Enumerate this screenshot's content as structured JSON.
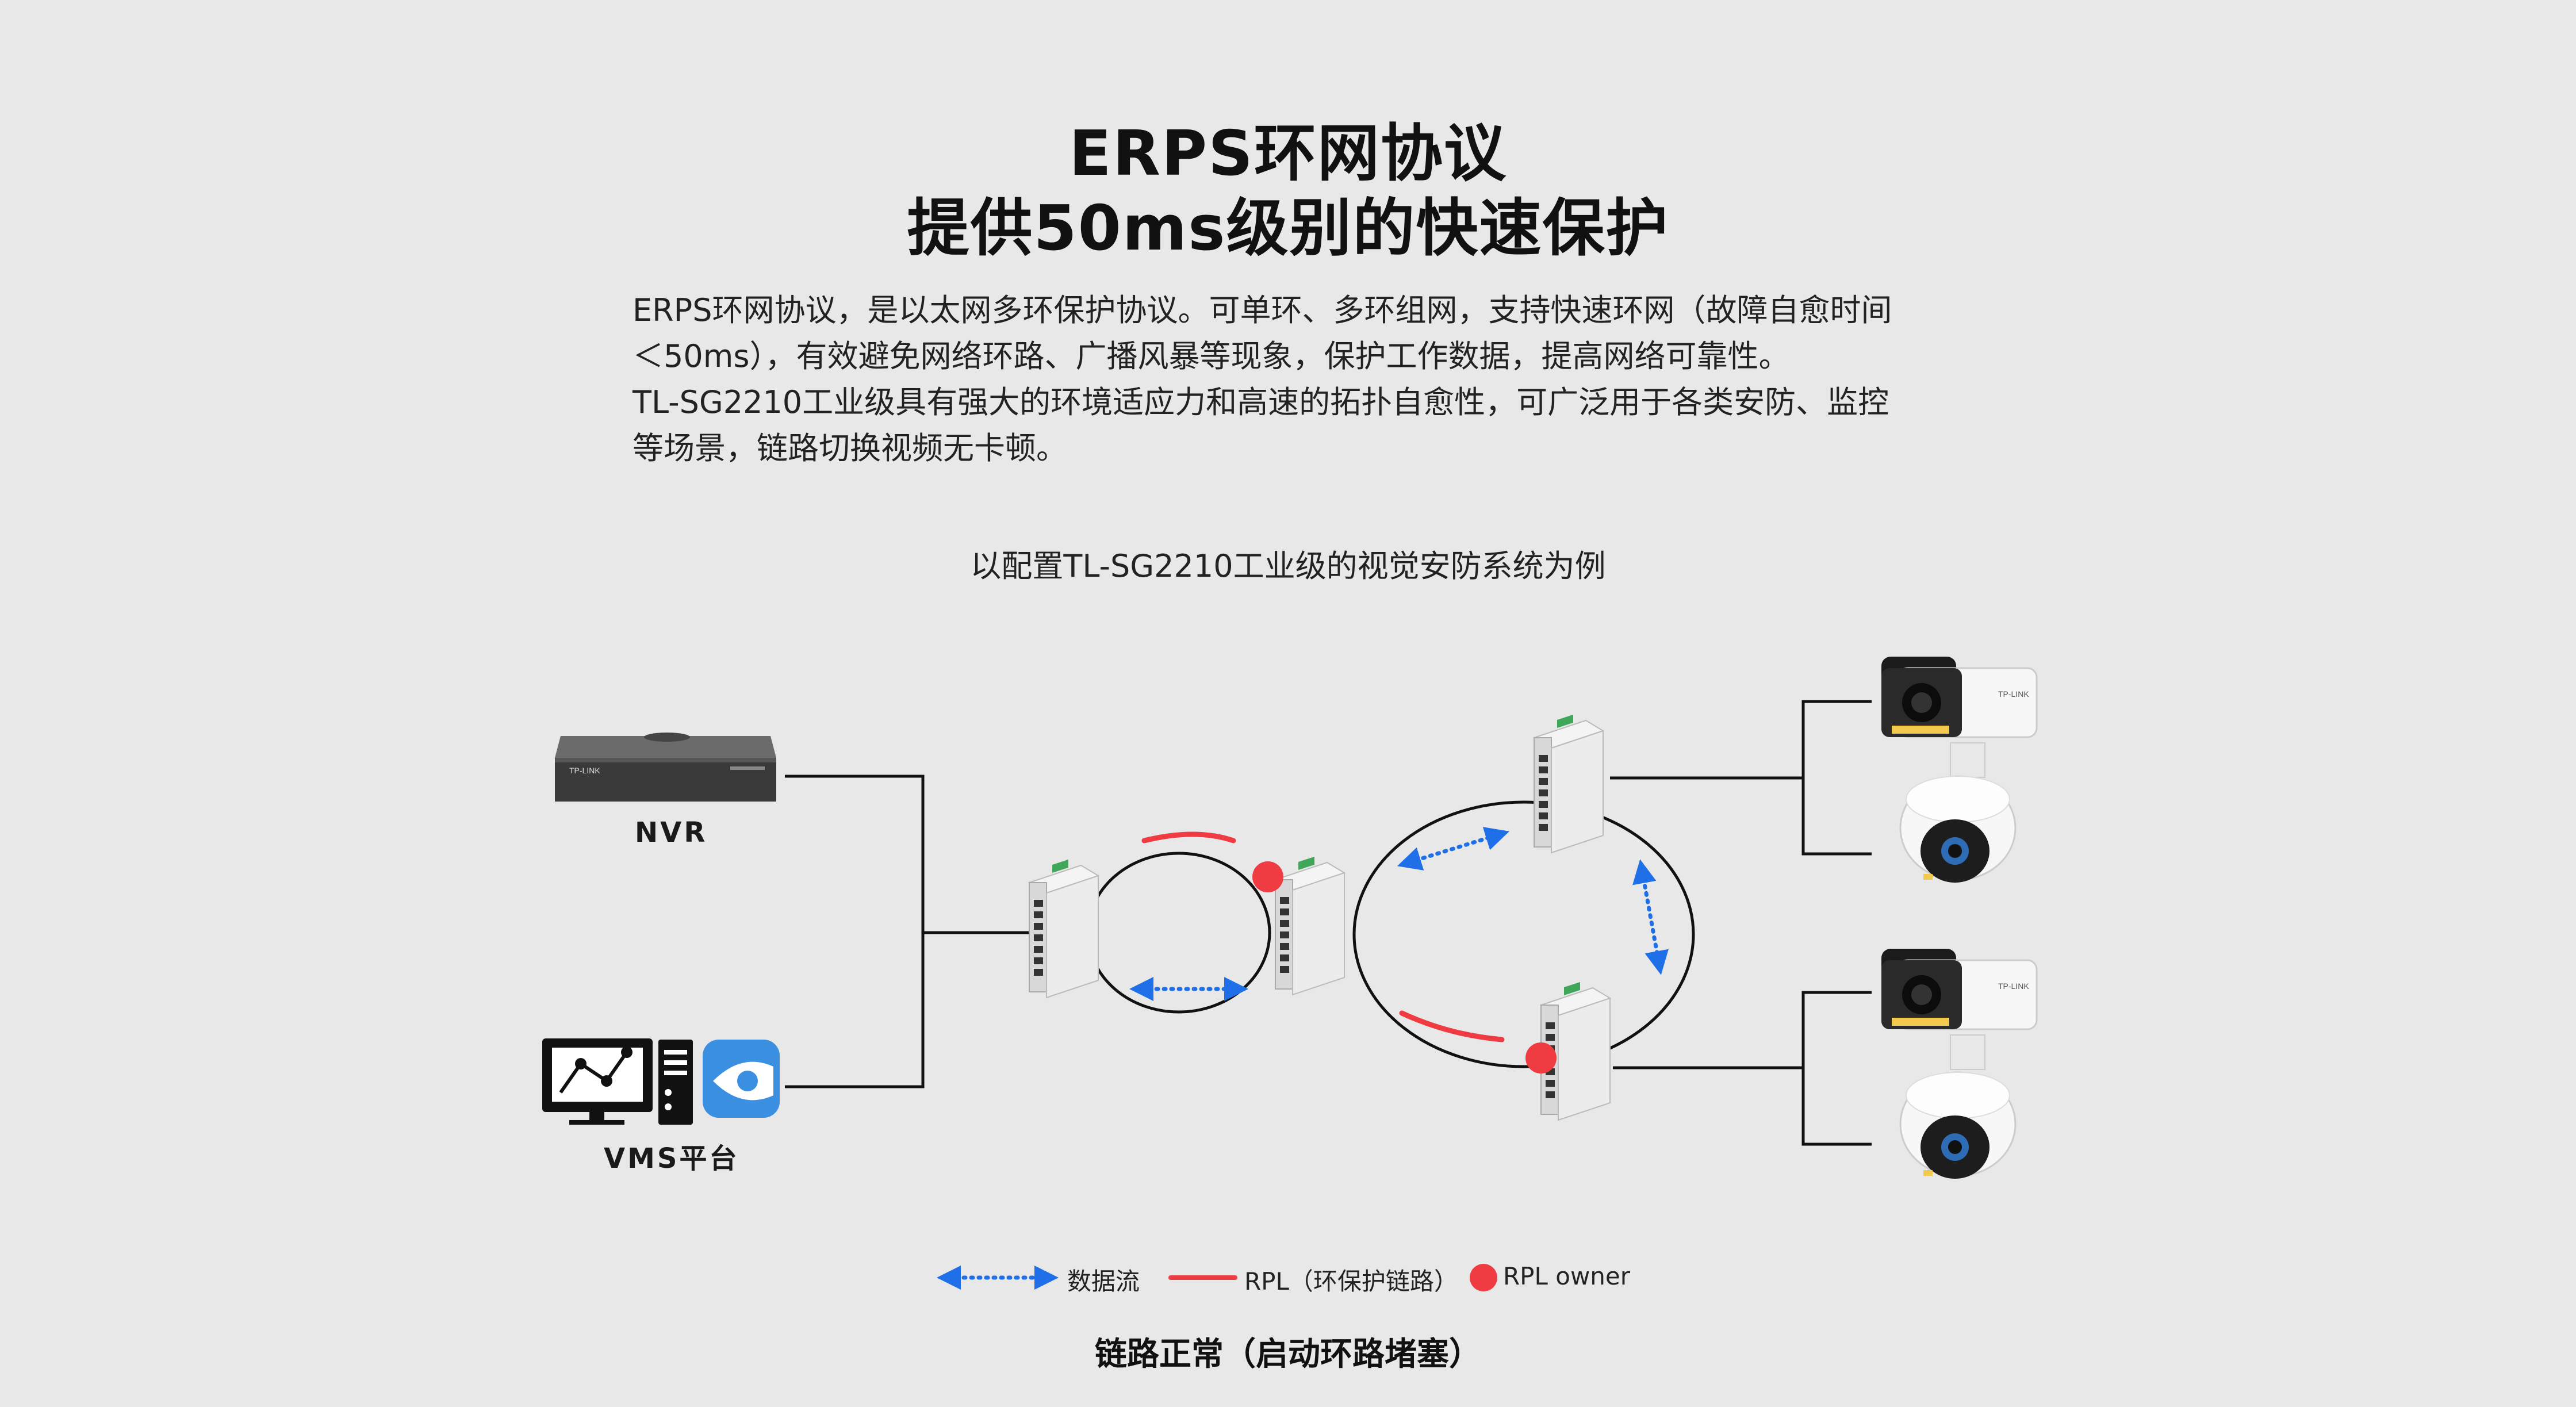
{
  "title_line1": "ERPS环网协议",
  "title_line2": "提供50ms级别的快速保护",
  "intro_lines": [
    "ERPS环网协议，是以太网多环保护协议。可单环、多环组网，支持快速环网（故障自愈时间",
    "＜50ms），有效避免网络环路、广播风暴等现象，保护工作数据，提高网络可靠性。",
    "TL-SG2210工业级具有强大的环境适应力和高速的拓扑自愈性，可广泛用于各类安防、监控",
    "等场景，链路切换视频无卡顿。"
  ],
  "subtitle": "以配置TL-SG2210工业级的视觉安防系统为例",
  "nodes": {
    "nvr_label": "NVR",
    "vms_label": "VMS平台",
    "nvr_brand": "TP-LINK",
    "camera_brand": "TP-LINK"
  },
  "legend": {
    "data_flow": "数据流",
    "rpl": "RPL（环保护链路）",
    "rpl_owner": "RPL owner"
  },
  "caption": "链路正常（启动环路堵塞）",
  "colors": {
    "background": "#e8e8e8",
    "rpl_red": "#ef3b42",
    "data_flow_blue": "#1e6fe8",
    "line": "#111111"
  }
}
